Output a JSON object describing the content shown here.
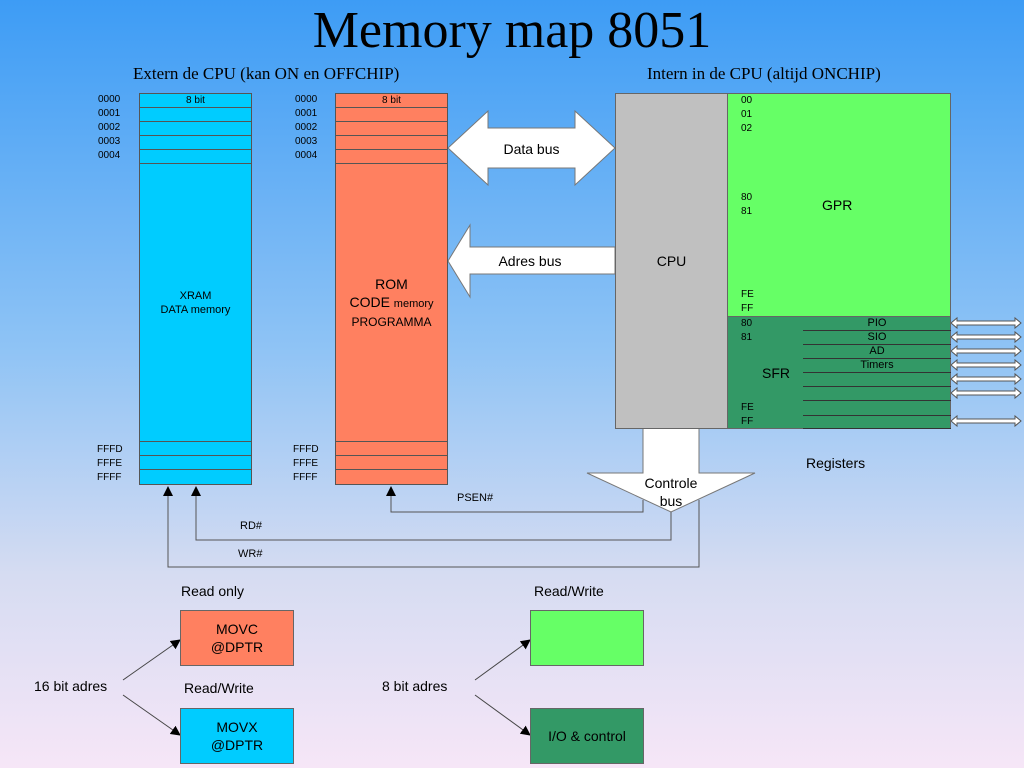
{
  "title": "Memory map 8051",
  "left_heading": "Extern de CPU (kan ON en OFFCHIP)",
  "right_heading": "Intern in de CPU (altijd ONCHIP)",
  "xram": {
    "width_label": "8 bit",
    "addresses_top": [
      "0000",
      "0001",
      "0002",
      "0003",
      "0004"
    ],
    "addresses_bottom": [
      "FFFD",
      "FFFE",
      "FFFF"
    ],
    "line1": "XRAM",
    "line2": "DATA memory",
    "color": "#00ccff"
  },
  "rom": {
    "width_label": "8 bit",
    "addresses_top": [
      "0000",
      "0001",
      "0002",
      "0003",
      "0004"
    ],
    "addresses_bottom": [
      "FFFD",
      "FFFE",
      "FFFF"
    ],
    "line1": "ROM",
    "line2_big": "CODE",
    "line2_small": "memory",
    "line3": "PROGRAMMA",
    "color": "#ff8060"
  },
  "buses": {
    "data": "Data bus",
    "address": "Adres bus",
    "control_line1": "Controle",
    "control_line2": "bus"
  },
  "cpu": {
    "label": "CPU",
    "color": "#c0c0c0"
  },
  "gpr": {
    "label": "GPR",
    "addresses_top": [
      "00",
      "01",
      "02"
    ],
    "addresses_mid": [
      "80",
      "81"
    ],
    "addresses_bottom": [
      "FE",
      "FF"
    ],
    "color": "#66ff66"
  },
  "sfr": {
    "label": "SFR",
    "addresses_top": [
      "80",
      "81"
    ],
    "addresses_bottom": [
      "FE",
      "FF"
    ],
    "rows": [
      "PIO",
      "SIO",
      "AD",
      "Timers"
    ],
    "color": "#339966"
  },
  "registers_label": "Registers",
  "signals": {
    "psen": "PSEN#",
    "rd": "RD#",
    "wr": "WR#"
  },
  "legend": {
    "read_only": "Read only",
    "read_write_left": "Read/Write",
    "read_write_right": "Read/Write",
    "movc_line1": "MOVC",
    "movc_line2": "@DPTR",
    "movx_line1": "MOVX",
    "movx_line2": "@DPTR",
    "bit16": "16 bit adres",
    "bit8": "8 bit adres",
    "io_control": "I/O & control"
  }
}
